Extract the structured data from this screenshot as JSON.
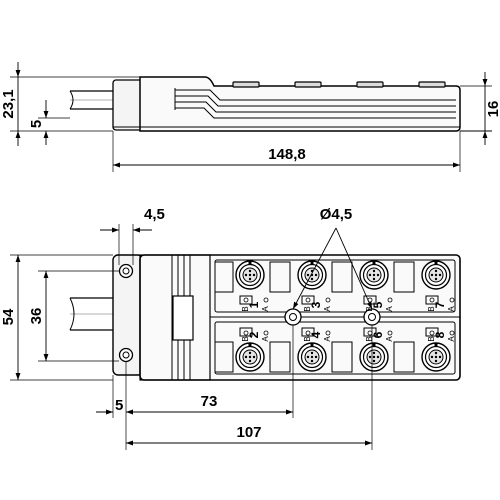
{
  "dimensions": {
    "side_height": "23,1",
    "side_cable_offset": "5",
    "side_body_height": "16",
    "overall_length": "148,8",
    "mount_offset": "4,5",
    "hole_diameter": "Ø4,5",
    "overall_width": "54",
    "mount_spacing": "36",
    "hole_to_edge": "5",
    "first_hole_distance": "73",
    "second_hole_distance": "107"
  },
  "ports": {
    "top": [
      "1",
      "3",
      "5",
      "7"
    ],
    "bottom": [
      "2",
      "4",
      "6",
      "8"
    ]
  },
  "led_labels": {
    "a": "A",
    "b": "B"
  }
}
